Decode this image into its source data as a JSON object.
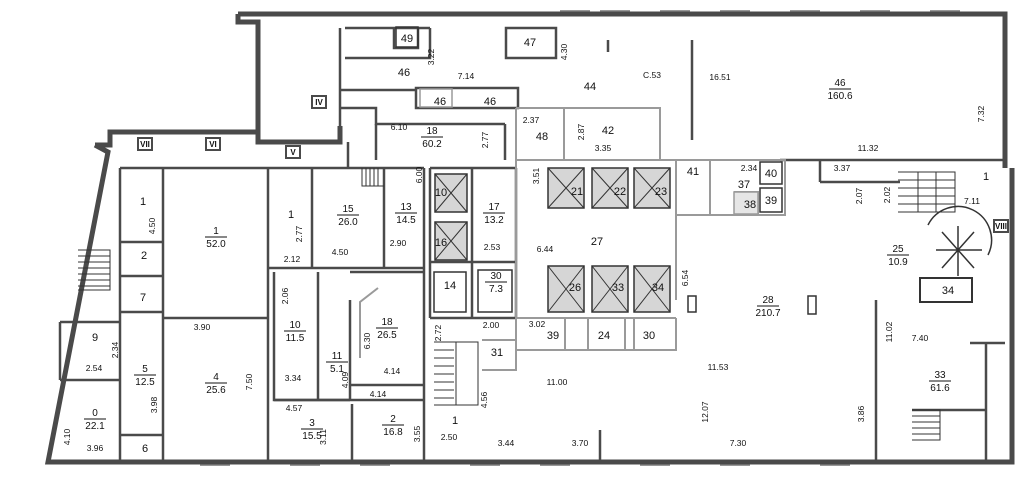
{
  "colors": {
    "wall": "#4a4a4a",
    "grey_wall": "#9a9a9a",
    "shaft_fill": "#bdbdbd",
    "text": "#111111"
  },
  "axes": [
    "VII",
    "VI",
    "V",
    "IV",
    "VIII"
  ],
  "rooms": [
    {
      "id": "r_49",
      "num": "49",
      "area": ""
    },
    {
      "id": "r_47",
      "num": "47",
      "area": ""
    },
    {
      "id": "r_46a",
      "num": "46",
      "area": ""
    },
    {
      "id": "r_44",
      "num": "44",
      "area": ""
    },
    {
      "id": "r_46b",
      "num": "46",
      "area": ""
    },
    {
      "id": "r_46c",
      "num": "46",
      "area": ""
    },
    {
      "id": "r_46big",
      "num": "46",
      "area": "160.6"
    },
    {
      "id": "r_18top",
      "num": "18",
      "area": "60.2"
    },
    {
      "id": "r_48",
      "num": "48",
      "area": ""
    },
    {
      "id": "r_42",
      "num": "42",
      "area": ""
    },
    {
      "id": "r_1a",
      "num": "1",
      "area": ""
    },
    {
      "id": "r_1b",
      "num": "1",
      "area": "52.0"
    },
    {
      "id": "r_1c",
      "num": "1",
      "area": ""
    },
    {
      "id": "r_15",
      "num": "15",
      "area": "26.0"
    },
    {
      "id": "r_13",
      "num": "13",
      "area": "14.5"
    },
    {
      "id": "r_10top",
      "num": "10",
      "area": ""
    },
    {
      "id": "r_17",
      "num": "17",
      "area": "13.2"
    },
    {
      "id": "r_16",
      "num": "16",
      "area": ""
    },
    {
      "id": "r_21",
      "num": "21",
      "area": ""
    },
    {
      "id": "r_22",
      "num": "22",
      "area": ""
    },
    {
      "id": "r_23",
      "num": "23",
      "area": ""
    },
    {
      "id": "r_41",
      "num": "41",
      "area": ""
    },
    {
      "id": "r_37",
      "num": "37",
      "area": ""
    },
    {
      "id": "r_40",
      "num": "40",
      "area": ""
    },
    {
      "id": "r_38",
      "num": "38",
      "area": ""
    },
    {
      "id": "r_39top",
      "num": "39",
      "area": ""
    },
    {
      "id": "r_1d",
      "num": "1",
      "area": ""
    },
    {
      "id": "r_2a",
      "num": "2",
      "area": ""
    },
    {
      "id": "r_27",
      "num": "27",
      "area": ""
    },
    {
      "id": "r_25",
      "num": "25",
      "area": "10.9"
    },
    {
      "id": "r_7",
      "num": "7",
      "area": ""
    },
    {
      "id": "r_14",
      "num": "14",
      "area": ""
    },
    {
      "id": "r_30a",
      "num": "30",
      "area": "7.3"
    },
    {
      "id": "r_26",
      "num": "26",
      "area": ""
    },
    {
      "id": "r_33a",
      "num": "33",
      "area": ""
    },
    {
      "id": "r_34a",
      "num": "34",
      "area": ""
    },
    {
      "id": "r_34b",
      "num": "34",
      "area": ""
    },
    {
      "id": "r_9",
      "num": "9",
      "area": ""
    },
    {
      "id": "r_10",
      "num": "10",
      "area": "11.5"
    },
    {
      "id": "r_18b",
      "num": "18",
      "area": "26.5"
    },
    {
      "id": "r_28",
      "num": "28",
      "area": "210.7"
    },
    {
      "id": "r_39b",
      "num": "39",
      "area": ""
    },
    {
      "id": "r_24",
      "num": "24",
      "area": ""
    },
    {
      "id": "r_30b",
      "num": "30",
      "area": ""
    },
    {
      "id": "r_5",
      "num": "5",
      "area": "12.5"
    },
    {
      "id": "r_11",
      "num": "11",
      "area": "5.1"
    },
    {
      "id": "r_31",
      "num": "31",
      "area": ""
    },
    {
      "id": "r_4",
      "num": "4",
      "area": "25.6"
    },
    {
      "id": "r_33b",
      "num": "33",
      "area": "61.6"
    },
    {
      "id": "r_0",
      "num": "0",
      "area": "22.1"
    },
    {
      "id": "r_3",
      "num": "3",
      "area": "15.5"
    },
    {
      "id": "r_2b",
      "num": "2",
      "area": "16.8"
    },
    {
      "id": "r_1e",
      "num": "1",
      "area": ""
    },
    {
      "id": "r_6",
      "num": "6",
      "area": ""
    }
  ],
  "dimensions": [
    "3.22",
    "4.30",
    "7.14",
    "C.53",
    "16.51",
    "7.32",
    "6.10",
    "2.77",
    "2.37",
    "2.87",
    "3.35",
    "11.32",
    "3.51",
    "2.34",
    "3.37",
    "2.07",
    "2.02",
    "7.11",
    "4.50",
    "2.77",
    "2.12",
    "4.50",
    "2.90",
    "6.00",
    "2.53",
    "6.44",
    "6.54",
    "2.34",
    "2.54",
    "2.06",
    "6.30",
    "2.72",
    "2.00",
    "3.02",
    "3.90",
    "7.50",
    "11.02",
    "7.40",
    "3.34",
    "4.09",
    "4.14",
    "11.00",
    "11.53",
    "12.07",
    "3.86",
    "3.98",
    "4.57",
    "4.14",
    "4.56",
    "4.10",
    "3.96",
    "3.11",
    "3.55",
    "2.50",
    "3.44",
    "3.70",
    "7.30"
  ]
}
